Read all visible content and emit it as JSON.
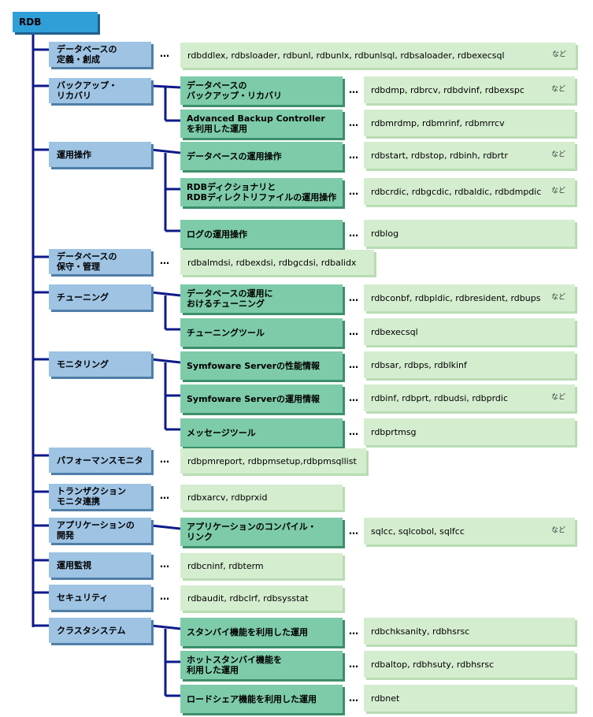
{
  "root": {
    "label": "RDB"
  },
  "etc_label": "など",
  "ellipsis": "…",
  "categories": [
    {
      "label": "データベースの\n定義・創成",
      "cmd": "rdbddlex, rdbsloader, rdbunl, rdbunlx, rdbunlsql, rdbsaloader, rdbexecsql",
      "etc": true
    },
    {
      "label": "バックアップ・\nリカバリ",
      "children": [
        {
          "label": "データベースの\nバックアップ・リカバリ",
          "cmd": "rdbdmp, rdbrcv, rdbdvinf, rdbexspc",
          "etc": true
        },
        {
          "label": "Advanced Backup Controller\nを利用した運用",
          "cmd": "rdbmrdmp, rdbmrinf, rdbmrrcv",
          "etc": false
        }
      ]
    },
    {
      "label": "運用操作",
      "children": [
        {
          "label": "データベースの運用操作",
          "cmd": "rdbstart, rdbstop, rdbinh, rdbrtr",
          "etc": true
        },
        {
          "label": "RDBディクショナリと\nRDBディレクトリファイルの運用操作",
          "cmd": "rdbcrdic, rdbgcdic, rdbaldic, rdbdmpdic",
          "etc": true
        },
        {
          "label": "ログの運用操作",
          "cmd": "rdblog",
          "etc": false
        }
      ]
    },
    {
      "label": "データベースの\n保守・管理",
      "cmd": "rdbalmdsi, rdbexdsi, rdbgcdsi, rdbalidx",
      "etc": false
    },
    {
      "label": "チューニング",
      "children": [
        {
          "label": "データベースの運用に\nおけるチューニング",
          "cmd": "rdbconbf, rdbpldic, rdbresident, rdbups",
          "etc": true
        },
        {
          "label": "チューニングツール",
          "cmd": "rdbexecsql",
          "etc": false
        }
      ]
    },
    {
      "label": "モニタリング",
      "children": [
        {
          "label": "Symfoware Serverの性能情報",
          "cmd": "rdbsar, rdbps, rdblkinf",
          "etc": false
        },
        {
          "label": "Symfoware Serverの運用情報",
          "cmd": "rdbinf, rdbprt, rdbudsi, rdbprdic",
          "etc": true
        },
        {
          "label": "メッセージツール",
          "cmd": "rdbprtmsg",
          "etc": false
        }
      ]
    },
    {
      "label": "パフォーマンスモニタ",
      "cmd": "rdbpmreport, rdbpmsetup,rdbpmsqllist",
      "etc": false
    },
    {
      "label": "トランザクション\nモニタ連携",
      "cmd": "rdbxarcv, rdbprxid",
      "etc": false
    },
    {
      "label": "アプリケーションの\n開発",
      "children": [
        {
          "label": "アプリケーションのコンパイル・\nリンク",
          "cmd": "sqlcc, sqlcobol, sqlfcc",
          "etc": true
        }
      ]
    },
    {
      "label": "運用監視",
      "cmd": "rdbcninf, rdbterm",
      "etc": false
    },
    {
      "label": "セキュリティ",
      "cmd": "rdbaudit, rdbclrf, rdbsysstat",
      "etc": false
    },
    {
      "label": "クラスタシステム",
      "children": [
        {
          "label": "スタンバイ機能を利用した運用",
          "cmd": "rdbchksanity, rdbhsrsc",
          "etc": false
        },
        {
          "label": "ホットスタンバイ機能を\n利用した運用",
          "cmd": "rdbaltop, rdbhsuty, rdbhsrsc",
          "etc": false
        },
        {
          "label": "ロードシェア機能を利用した運用",
          "cmd": "rdbnet",
          "etc": false
        }
      ]
    }
  ]
}
